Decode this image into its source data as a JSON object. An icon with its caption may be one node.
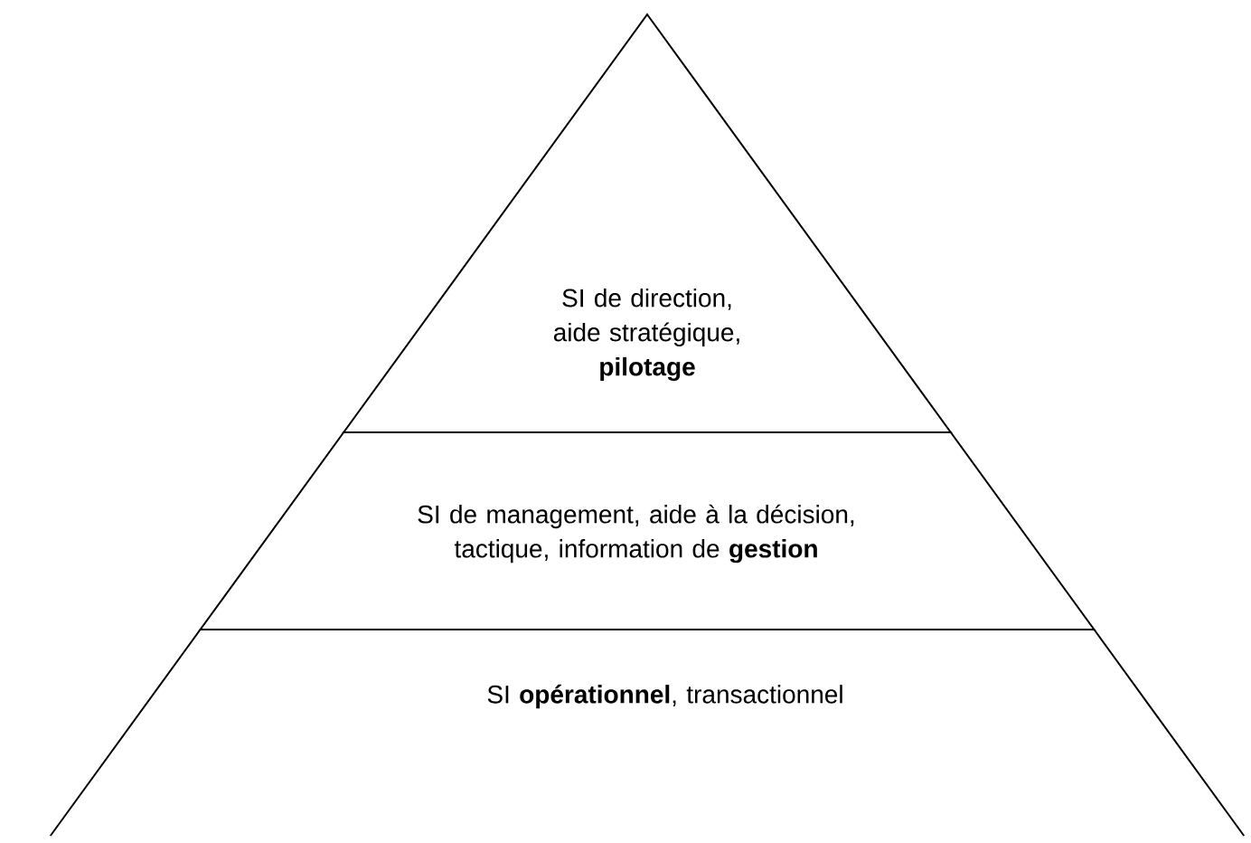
{
  "diagram": {
    "nodes": [
      {
        "text": [
          "SI de direction, aide stratégique, **pilotage**"
        ]
      },
      {
        "text": [
          "SI de management, aide à la décision, tactique, information de **gestion**"
        ]
      },
      {
        "text": [
          "SI **opérationnel**, transactionnel"
        ]
      }
    ]
  }
}
